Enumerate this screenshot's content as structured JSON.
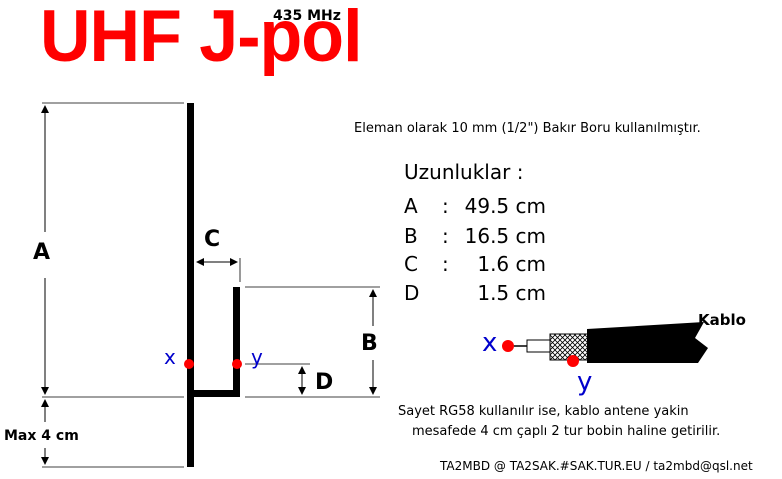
{
  "title": "UHF J-pol",
  "frequency": "435 MHz",
  "description": "Eleman olarak 10 mm (1/2\") Bakır Boru kullanılmıştır.",
  "lengths_title": "Uzunluklar :",
  "lengths": [
    {
      "key": "A",
      "colon": ":",
      "value": "49.5 cm"
    },
    {
      "key": "B",
      "colon": ":",
      "value": "16.5 cm"
    },
    {
      "key": "C",
      "colon": ":",
      "value": "1.6 cm"
    },
    {
      "key": "D",
      "colon": "",
      "value": "1.5 cm"
    }
  ],
  "diagram_labels": {
    "A": "A",
    "B": "B",
    "C": "C",
    "D": "D",
    "x": "x",
    "y": "y",
    "max": "Max 4 cm"
  },
  "cable": {
    "label": "Kablo",
    "x": "x",
    "y": "y"
  },
  "note_line1": "Sayet RG58 kullanılır ise, kablo antene yakin",
  "note_line2": "mesafede 4 cm çaplı 2 tur bobin haline getirilir.",
  "footer": "TA2MBD @ TA2SAK.#SAK.TUR.EU /  ta2mbd@qsl.net",
  "colors": {
    "title": "#ff0000",
    "feed_points": "#ff0000",
    "point_labels": "#0000cc",
    "elements": "#000000"
  }
}
